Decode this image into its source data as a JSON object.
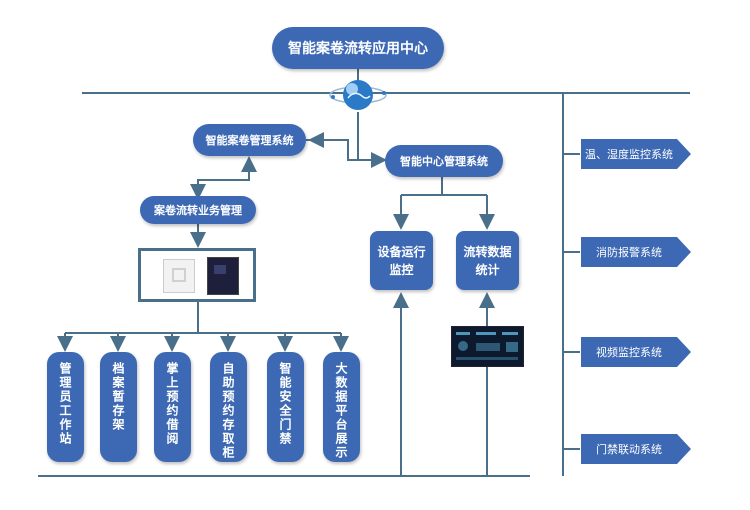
{
  "title": "智能案卷流转应用中心",
  "archive_system": "智能案卷管理系统",
  "business_mgmt": "案卷流转业务管理",
  "center_system": "智能中心管理系统",
  "device_monitor": "设备运行\n监控",
  "data_stats": "流转数据\n统计",
  "terminals": [
    "管理员工作站",
    "档案暂存架",
    "掌上预约借阅",
    "自助预约存取柜",
    "智能安全门禁",
    "大数据平台展示"
  ],
  "subsystems": [
    "温、湿度监控系统",
    "消防报警系统",
    "视频监控系统",
    "门禁联动系统"
  ],
  "colors": {
    "box": "#3d69b4",
    "line": "#4a6f8a"
  },
  "icons": [
    "globe-icon",
    "card-reader-device",
    "control-cabinet-device",
    "dashboard-screen"
  ]
}
